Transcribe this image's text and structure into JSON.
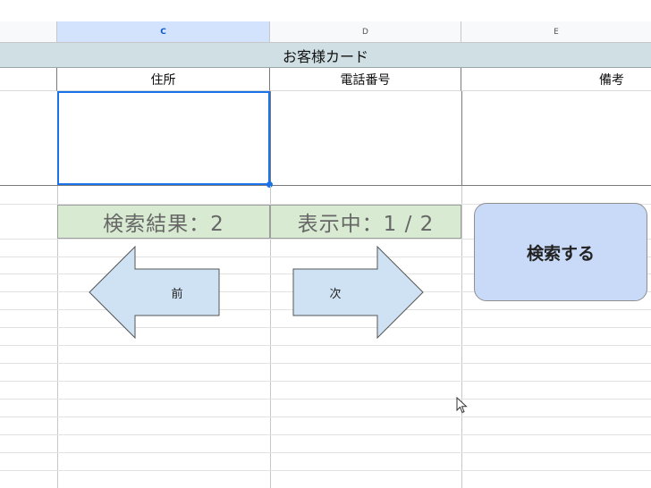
{
  "columns": {
    "c": "C",
    "d": "D",
    "e": "E"
  },
  "card_title": "お客様カード",
  "headers": {
    "address": "住所",
    "phone": "電話番号",
    "notes": "備考"
  },
  "search_result": "検索結果：2",
  "display_status": "表示中：1 / 2",
  "buttons": {
    "prev": "前",
    "next": "次",
    "search": "検索する"
  },
  "colors": {
    "band": "#d0dfe3",
    "status_fill": "#d9ead3",
    "arrow_fill": "#cfe2f3",
    "search_fill": "#c9daf8",
    "selection": "#1a73e8"
  }
}
